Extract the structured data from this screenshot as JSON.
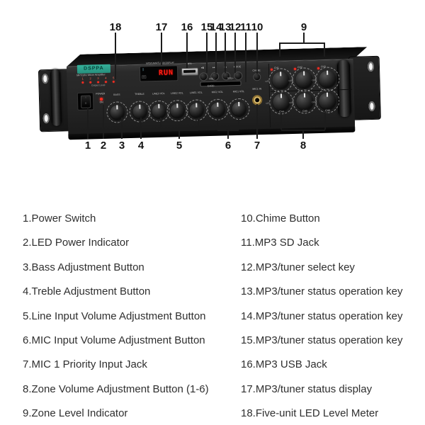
{
  "product_image": {
    "brand": "DSPPA",
    "model_line": "MP310U Mixer Amplifier",
    "panel": {
      "output_level": {
        "label": "Output Level",
        "scale": [
          "1",
          "2",
          "3",
          "4",
          "5"
        ]
      },
      "power": {
        "label": "POWER",
        "on_label": "ON",
        "switch_top": "I",
        "switch_bottom": "O"
      },
      "display": {
        "caption": "MP3/CARD/TU-308 DISPLAY",
        "value": "RUN",
        "bluetooth_icon": "ᛒ",
        "sd_icon": "SD"
      },
      "usb": {
        "label": "MP3"
      },
      "transport_keys": [
        {
          "name": "play-pause-key",
          "glyph": "▸▮"
        },
        {
          "name": "next-key",
          "glyph": "▸▸"
        },
        {
          "name": "prev-key",
          "glyph": "◂◂"
        },
        {
          "name": "mode-key",
          "glyph": "MODE"
        }
      ],
      "vol_minus": "VOL-",
      "vol_plus": "VOL+",
      "card_slot_label": "CARD",
      "chime_label": "CHIME",
      "mic1_label": "MIC1 IN",
      "knobs": [
        "BASS",
        "TREBLE",
        "LINE3 VOL",
        "LINE2 VOL",
        "LINE1 VOL",
        "MIC2 VOL",
        "MIC1 VOL"
      ],
      "zones": {
        "top": [
          "CH1",
          "CH2",
          "CH3"
        ],
        "bottom": [
          "CH4",
          "CH5",
          "CH6"
        ],
        "off_label": "OFF"
      }
    },
    "callouts": {
      "top": [
        "18",
        "17",
        "16",
        "15",
        "14",
        "13",
        "12",
        "11",
        "10",
        "9"
      ],
      "bottom": [
        "1",
        "2",
        "3",
        "4",
        "5",
        "6",
        "7",
        "8"
      ]
    }
  },
  "legend": {
    "left": [
      "1.Power Switch",
      "2.LED Power Indicator",
      "3.Bass Adjustment Button",
      "4.Treble Adjustment Button",
      "5.Line Input Volume Adjustment Button",
      "6.MIC Input Volume Adjustment Button",
      "7.MIC 1 Priority Input Jack",
      "8.Zone Volume Adjustment Button (1-6)",
      "9.Zone Level Indicator"
    ],
    "right": [
      "10.Chime Button",
      "11.MP3 SD Jack",
      "12.MP3/tuner select key",
      "13.MP3/tuner status operation key",
      "14.MP3/tuner status operation key",
      "15.MP3/tuner status operation key",
      "16.MP3 USB Jack",
      "17.MP3/tuner status display",
      "18.Five-unit LED Level Meter"
    ]
  },
  "colors": {
    "brand_teal": "#2ba08c",
    "led_red": "#ff2d1f",
    "display_red": "#ff2015"
  }
}
